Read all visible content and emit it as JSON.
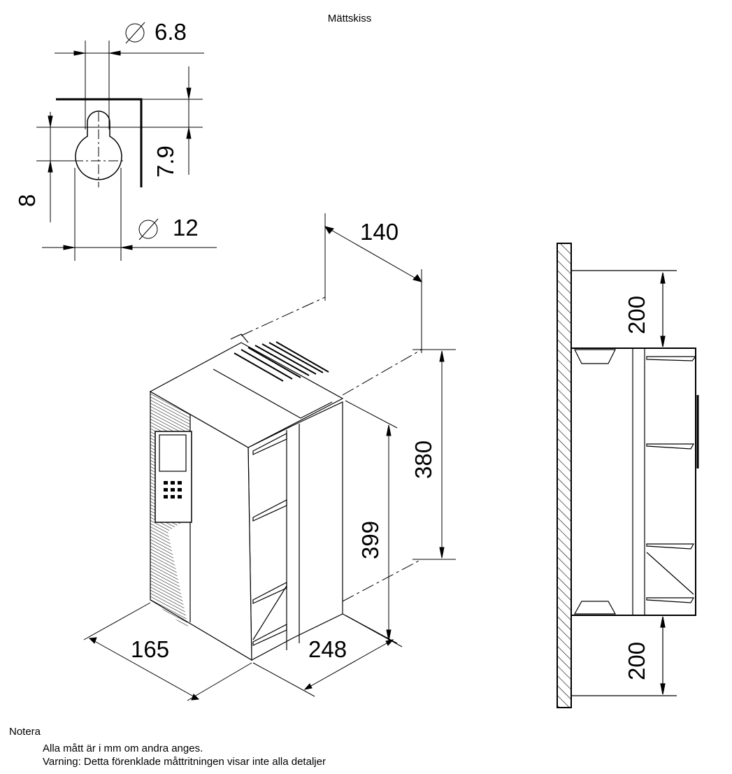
{
  "title": "Mättskiss",
  "keyhole": {
    "hole_diameter": "6.8",
    "head_diameter": "12",
    "offset_vertical": "7.9",
    "offset_head": "8",
    "diameter_symbol": "⌀"
  },
  "unit_dimensions": {
    "depth_top": "140",
    "mounting_height": "380",
    "height": "399",
    "width": "165",
    "depth": "248"
  },
  "clearance": {
    "top": "200",
    "bottom": "200"
  },
  "notes": {
    "heading": "Notera",
    "lines": [
      "Alla mått är i mm om andra anges.",
      "Varning: Detta förenklade måttritningen visar inte alla detaljer"
    ]
  }
}
